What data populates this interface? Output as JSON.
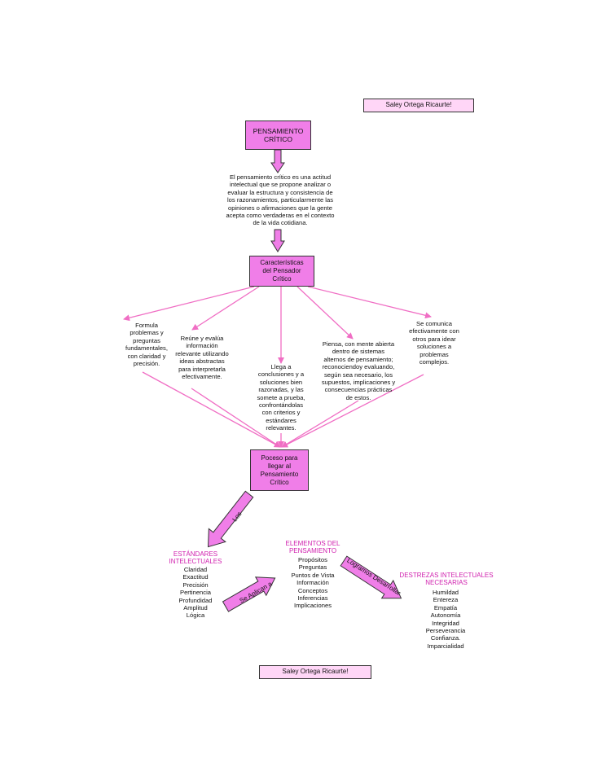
{
  "author_top": "Saley Ortega Ricaurte!",
  "author_bottom": "Saley Ortega Ricaurte!",
  "main_concept": "PENSAMIENTO\nCRÍTICO",
  "definition": "El pensamiento crítico es una actitud\nintelectual que se propone analizar o\nevaluar la estructura y consistencia de\nlos razonamientos, particularmente las\nopiniones o afirmaciones que la gente\nacepta como verdaderas en el contexto\nde la vida cotidiana.",
  "characteristics_box": "Características\ndel Pensador\nCrítico",
  "characteristics": [
    "Formula\nproblemas y\npreguntas\nfundamentales,\ncon claridad y\nprecisión.",
    "Reúne y evalúa\ninformación\nrelevante utilizando\nideas abstractas\npara interpretarla\nefectivamente.",
    "Llega a\nconclusiones y a\nsoluciones bien\nrazonadas, y las\nsomete a prueba,\nconfrontándolas\ncon criterios y\nestándares\nrelevantes.",
    "Piensa, con mente abierta\ndentro de sistemas\nalternos de pensamiento;\nreconociendoy evaluando,\nsegún sea necesario, los\nsupuestos, implicaciones y\nconsecuencias prácticas\nde estos.",
    "Se comunica\nefectivamente con\notros para idear\nsoluciones a\nproblemas\ncomplejos."
  ],
  "process_box": "Poceso para\nllegar al\nPensamiento\nCrítico",
  "connectors": {
    "los": "Los",
    "se_aplican_a": "Se Aplican a",
    "logramos_desarrollar": "Logramos Desarrollar"
  },
  "standards": {
    "title": "ESTÁNDARES\nINTELECTUALES",
    "items": [
      "Claridad",
      "Exactitud",
      "Precisión",
      "Pertinencia",
      "Profundidad",
      "Amplitud",
      "Lógica"
    ]
  },
  "elements": {
    "title": "ELEMENTOS DEL\nPENSAMIENTO",
    "items": [
      "Propósitos",
      "Preguntas",
      "Puntos de Vista",
      "Información",
      "Conceptos",
      "Inferencias",
      "Implicaciones"
    ]
  },
  "skills": {
    "title": "DESTREZAS INTELECTUALES\nNECESARIAS",
    "items": [
      "Humildad",
      "Entereza",
      "Empatía",
      "Autonomía",
      "Integridad",
      "Perseverancia",
      "Confianza.",
      "Imparcialidad"
    ]
  },
  "colors": {
    "box_fill": "#f07ee8",
    "label_fill": "#ffd6f7",
    "arrow": "#f06ec4",
    "title_magenta": "#d01fae"
  }
}
